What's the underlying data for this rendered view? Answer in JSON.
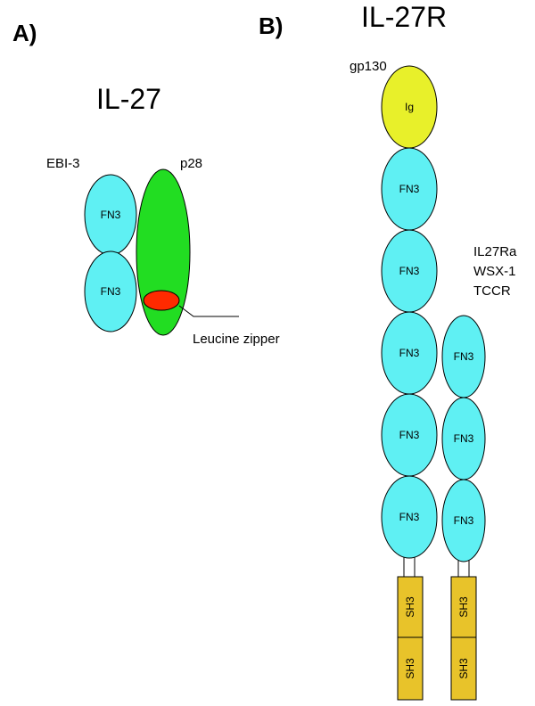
{
  "panel_a": {
    "letter": "A)",
    "title": "IL-27",
    "ebi3": {
      "label": "EBI-3",
      "domains": [
        "FN3",
        "FN3"
      ]
    },
    "p28": {
      "label": "p28"
    },
    "leucine_zipper": {
      "label": "Leucine zipper"
    }
  },
  "panel_b": {
    "letter": "B)",
    "title": "IL-27R",
    "gp130": {
      "label": "gp130",
      "ig_label": "Ig",
      "domains": [
        "FN3",
        "FN3",
        "FN3",
        "FN3",
        "FN3"
      ],
      "intracellular": [
        "SH3",
        "SH3"
      ]
    },
    "il27ra": {
      "label_lines": [
        "IL27Ra",
        "WSX-1",
        "TCCR"
      ],
      "domains": [
        "FN3",
        "FN3",
        "FN3"
      ],
      "intracellular": [
        "SH3",
        "SH3"
      ]
    }
  },
  "colors": {
    "fn3_fill": "#5ff0f3",
    "ig_fill": "#e8f02a",
    "p28_fill": "#22dd22",
    "zipper_fill": "#ff2a00",
    "sh3_fill": "#e8c32a",
    "outline": "#000000"
  }
}
